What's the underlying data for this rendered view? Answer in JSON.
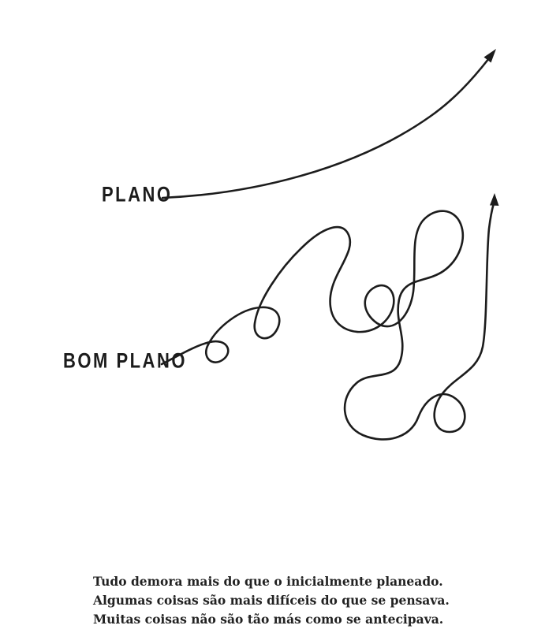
{
  "labels": {
    "plan": "PLANO",
    "good_plan": "BOM PLANO"
  },
  "caption": {
    "lines": [
      "Tudo demora mais do que o inicialmente planeado.",
      "Algumas coisas são mais difíceis do que se pensava.",
      "Muitas coisas não são tão más como se antecipava."
    ]
  },
  "colors": {
    "ink": "#1c1c1c",
    "background": "#ffffff"
  }
}
